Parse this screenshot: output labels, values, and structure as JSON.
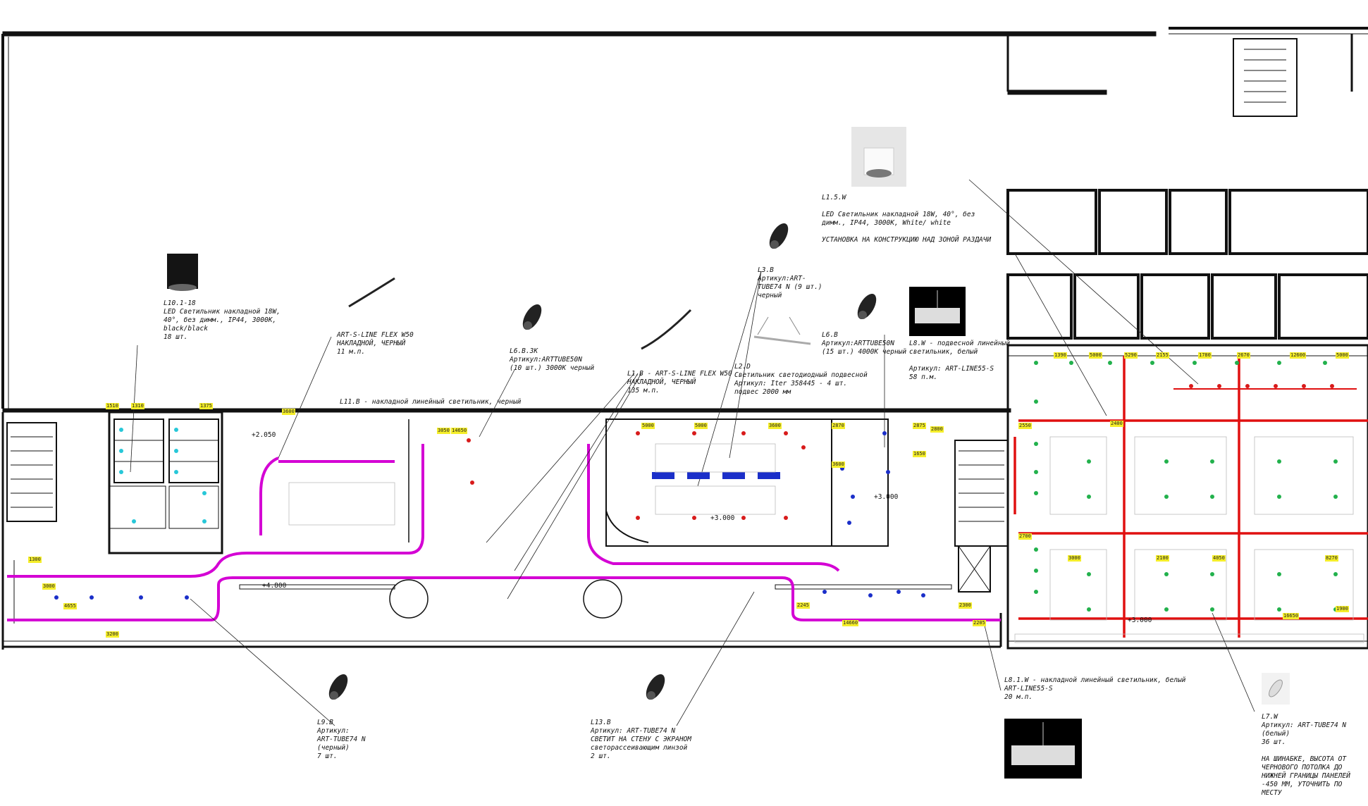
{
  "notes": {
    "l10": "L10.1-18\nLED Светильник накладной 18W,\n40°, без димм., IP44, 3000K,\nblack/black\n18 шт.",
    "sline_top": "ART-S-LINE FLEX W50\nНАКЛАДНОЙ, ЧЕРНЫЙ\n11 м.п.",
    "l11b": "L11.B - накладной линейный светильник, черный",
    "l6b3k": "L6.B.3K\nАртикул:ARTTUBE50N\n(10 шт.) 3000K черный",
    "l1b": "L1.B - ART-S-LINE FLEX W50\nНАКЛАДНОЙ, ЧЕРНЫЙ\n135 м.п.",
    "l3b_top": "L3.B\nАртикул:ART-\nTUBE74 N (9 шт.)\nчерный",
    "l2d": "L2.D\nСветильник светодиодный подвесной\nАртикул: Iter 358445 - 4 шт.\nподвес 2000 мм",
    "l6b": "L6.B\nАртикул:ARTTUBE50N\n(15 шт.) 4000K черный",
    "l15w": "L1.5.W\n\nLED Светильник накладной 18W, 40°, без\nдимм., IP44, 3000K, White/ white\n\nУСТАНОВКА НА КОНСТРУКЦИЮ НАД ЗОНОЙ РАЗДАЧИ",
    "l8w": "L8.W - подвесной линейный\nсветильник, белый\n\nАртикул: ART-LINE55-S\n58 п.м.",
    "l9b": "L9.B\nАртикул:\nART-TUBE74 N\n(черный)\n7 шт.",
    "l13b": "L13.B\nАртикул: ART-TUBE74 N\nСВЕТИТ НА СТЕНУ С ЭКРАНОМ\nсветорассеивающим линзой\n2 шт.",
    "l81w": "L8.1.W - накладной линейный светильник, белый\nART-LINE55-S\n20 м.п.",
    "l7w": "L7.W\nАртикул: ART-TUBE74 N (белый)\n36 шт.\n\nНА ШИНАБКЕ, ВЫСОТА ОТ\nЧЕРНОВОГО ПОТОЛКА ДО\nНИЖНЕЙ ГРАНИЦЫ ПАНЕЛЕЙ\n-450 ММ, УТОЧНИТЬ ПО\nМЕСТУ"
  },
  "levels": {
    "a": "+2.050",
    "b": "+3.000",
    "c": "+3.000",
    "d": "+4.800",
    "e": "+3.000"
  },
  "dims": [
    "1510",
    "1310",
    "1375",
    "3600",
    "3050",
    "14650",
    "5000",
    "5000",
    "3600",
    "2870",
    "3600",
    "2875",
    "1650",
    "2800",
    "1390",
    "5000",
    "5290",
    "2155",
    "1780",
    "2670",
    "12600",
    "5000",
    "3000",
    "2100",
    "4050",
    "8270",
    "2550",
    "2400",
    "2700",
    "2300",
    "2205",
    "2245",
    "14660",
    "1300",
    "3000",
    "4655",
    "3200",
    "1900",
    "16650"
  ],
  "colors": {
    "wall": "#111111",
    "strip": "#d400d4",
    "track": "#e01010",
    "tag": "#f5ee2a",
    "fixture_green": "#22b14c",
    "fixture_blue": "#1b2fc9",
    "fixture_red": "#d81b1b",
    "fixture_cyan": "#27c7d8"
  }
}
